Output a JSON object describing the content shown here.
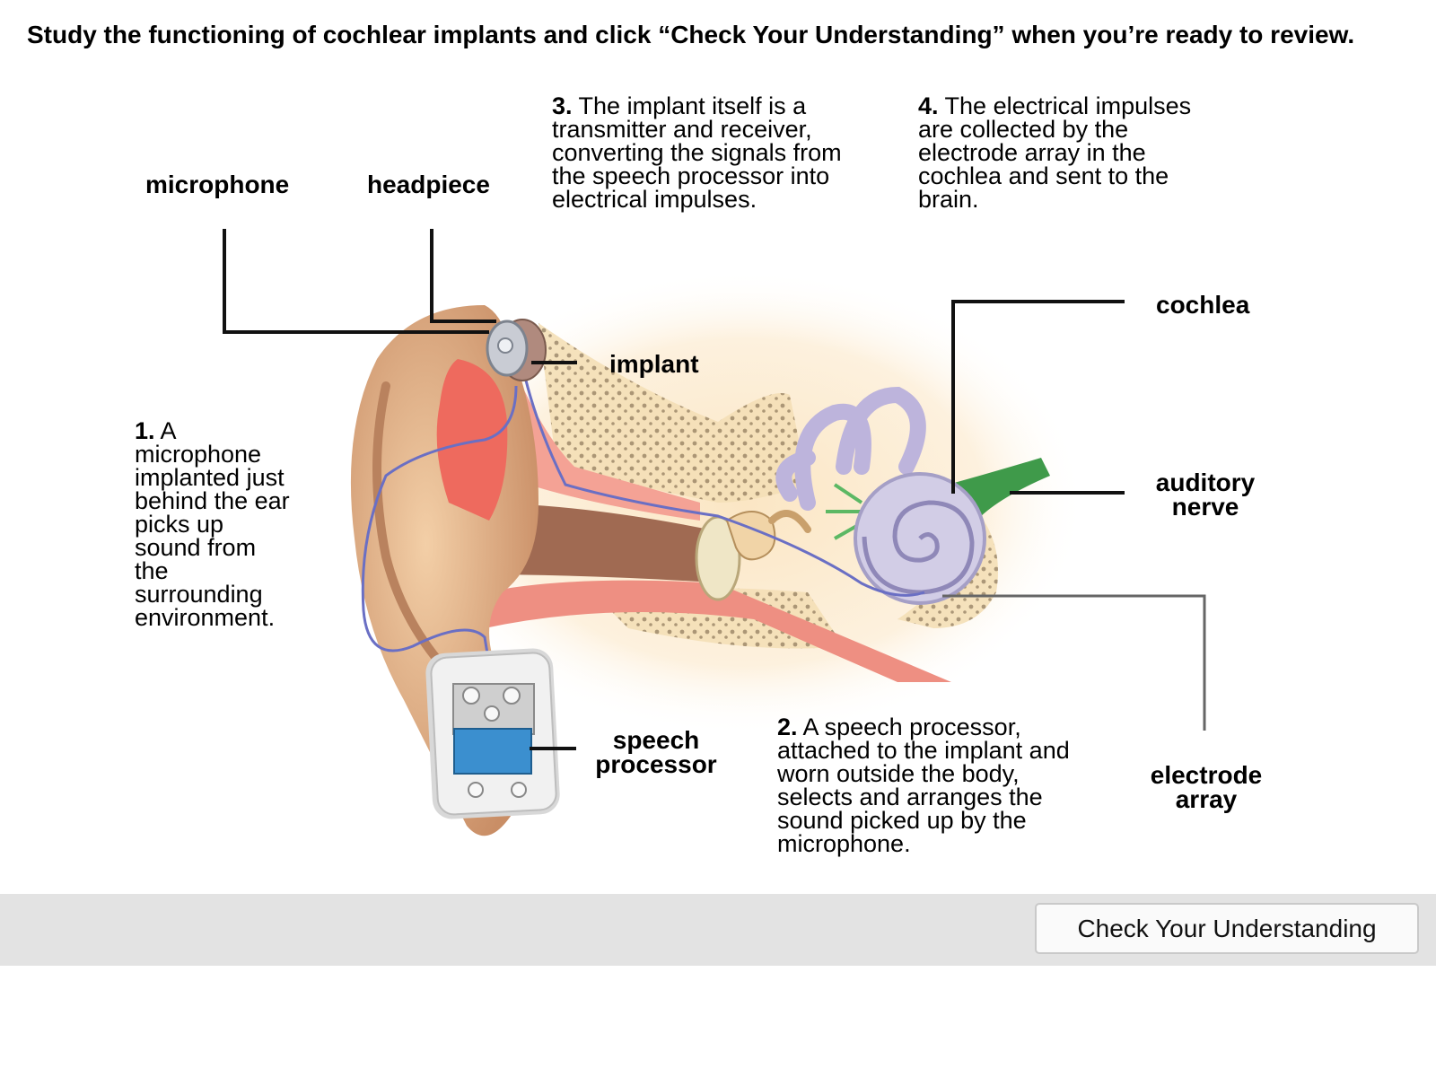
{
  "instructions": "Study the functioning of cochlear implants and click “Check Your Understanding” when you’re ready to review.",
  "labels": {
    "microphone": "microphone",
    "headpiece": "headpiece",
    "implant": "implant",
    "cochlea": "cochlea",
    "auditory_nerve_line1": "auditory",
    "auditory_nerve_line2": "nerve",
    "speech_processor_line1": "speech",
    "speech_processor_line2": "processor",
    "electrode_array_line1": "electrode",
    "electrode_array_line2": "array"
  },
  "captions": {
    "step1": {
      "number": "1.",
      "lines": [
        "A",
        "microphone",
        "implanted just",
        "behind the ear",
        "picks up",
        "sound from",
        "the",
        "surrounding",
        "environment."
      ]
    },
    "step2": {
      "number": "2.",
      "lines": [
        "A speech processor,",
        "attached to the implant and",
        "worn outside the body,",
        "selects and arranges the",
        "sound picked up by the",
        "microphone."
      ]
    },
    "step3": {
      "number": "3.",
      "lines": [
        "The implant itself is a",
        "transmitter and receiver,",
        "converting the signals from",
        "the speech processor into",
        "electrical impulses."
      ]
    },
    "step4": {
      "number": "4.",
      "lines": [
        "The electrical impulses",
        "are collected by the",
        "electrode array in the",
        "cochlea and sent to the",
        "brain."
      ]
    }
  },
  "button": {
    "label": "Check Your Understanding"
  },
  "colors": {
    "skin": "#e8b88a",
    "canal": "#f08a7e",
    "bone": "#f3dcb0",
    "cochlea": "#c9c4e0",
    "nerve": "#3f9a4a",
    "device": "#ececec",
    "screen": "#3b8fcf",
    "wire": "#6a6fc4"
  }
}
